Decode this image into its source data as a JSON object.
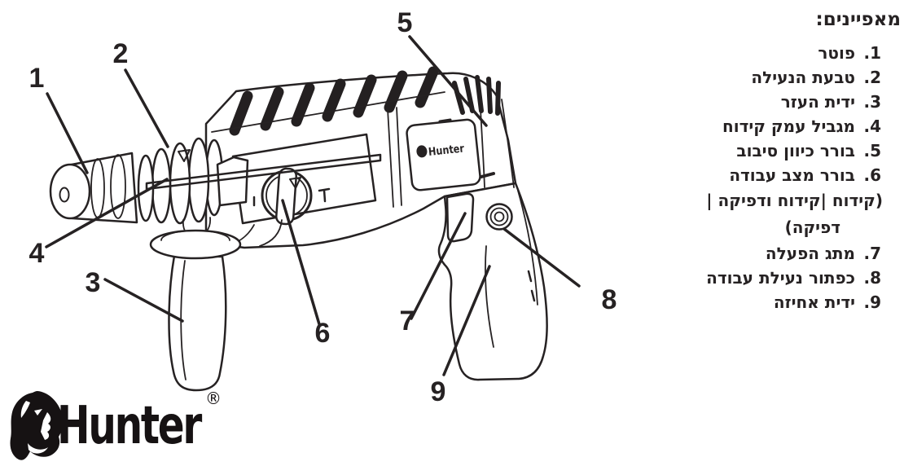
{
  "page": {
    "background": "#ffffff",
    "ink": "#262223"
  },
  "features_list": {
    "title": "מאפיינים:",
    "items": [
      {
        "num": "1.",
        "callout": "1",
        "label": "פוטר"
      },
      {
        "num": "2.",
        "callout": "2",
        "label": "טבעת הנעילה"
      },
      {
        "num": "3.",
        "callout": "3",
        "label": "ידית העזר"
      },
      {
        "num": "4.",
        "callout": "4",
        "label": "מגביל עמק קידוח"
      },
      {
        "num": "5.",
        "callout": "5",
        "label": "בורר כיוון סיבוב"
      },
      {
        "num": "6.",
        "callout": "6",
        "label": "בורר מצב עבודה",
        "continuation": [
          "(קידוח |קידוח ודפיקה |",
          "דפיקה)"
        ]
      },
      {
        "num": "7.",
        "callout": "7",
        "label": "מתג הפעלה"
      },
      {
        "num": "8.",
        "callout": "8",
        "label": "כפתור נעילת עבודה"
      },
      {
        "num": "9.",
        "callout": "9",
        "label": "ידית אחיזה"
      }
    ]
  },
  "brand": {
    "logo_text": "Hunter",
    "registered_mark": "®",
    "device_label": "Hunter"
  }
}
